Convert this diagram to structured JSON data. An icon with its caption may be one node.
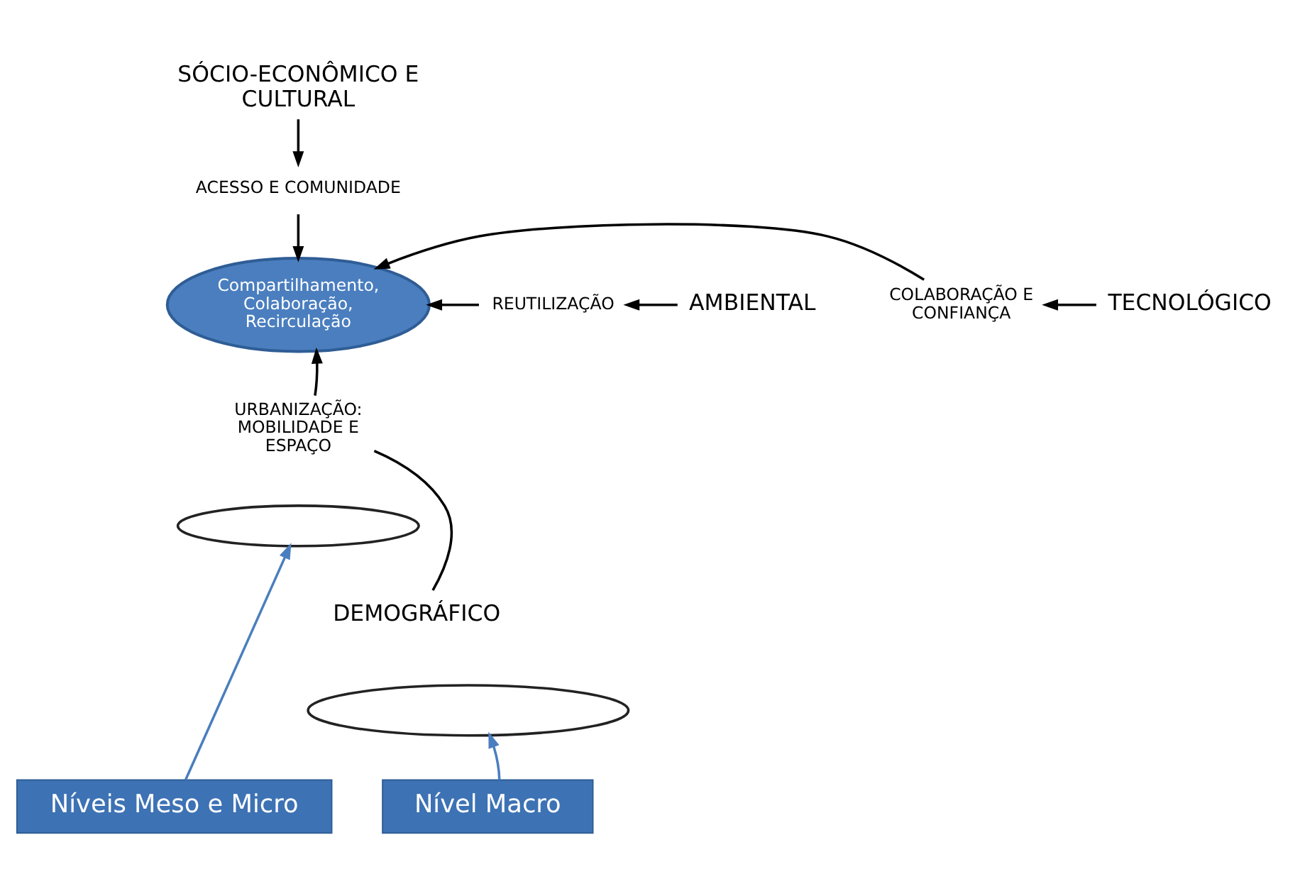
{
  "diagram": {
    "nodes": [
      {
        "text": [
          "SÓCIO-ECONÔMICO E CULTURAL"
        ]
      },
      {
        "text": [
          "ACESSO E COMUNIDADE"
        ]
      },
      {
        "text": [
          "AMBIENTAL"
        ]
      },
      {
        "text": [
          "REUTILIZAÇÃO"
        ]
      },
      {
        "text": [
          "Compartilhamento, Colaboração, Recirculação"
        ]
      },
      {
        "text": [
          "COLABORAÇÃO E CONFIANÇA"
        ]
      },
      {
        "text": [
          "TECNOLÓGICO"
        ]
      },
      {
        "text": [
          "URBANIZAÇÃO: MOBILIDADE E ESPAÇO"
        ]
      },
      {
        "text": [
          "DEMOGRÁFICO"
        ]
      },
      {
        "text": [
          "Níveis Meso e Micro"
        ]
      },
      {
        "text": [
          "Nível Macro"
        ]
      },
      {
        "text": [],
        "shape": "ellipse"
      },
      {
        "text": [],
        "shape": "ellipse"
      }
    ],
    "edges": [
      {
        "from": 0,
        "to": 1,
        "arrow": "to"
      },
      {
        "from": 1,
        "to": 4,
        "arrow": "to"
      },
      {
        "from": 2,
        "to": 3,
        "arrow": "to"
      },
      {
        "from": 3,
        "to": 4,
        "arrow": "to"
      },
      {
        "from": 6,
        "to": 5,
        "arrow": "to"
      },
      {
        "from": 5,
        "to": 4,
        "arrow": "to"
      },
      {
        "from": 7,
        "to": 4,
        "arrow": "to"
      },
      {
        "from": 8,
        "to": 7,
        "arrow": "none"
      },
      {
        "from": 9,
        "to": 12,
        "arrow": "to",
        "color": "#4a7ebf"
      },
      {
        "from": 10,
        "to": 11,
        "arrow": "to",
        "color": "#4a7ebf"
      }
    ]
  }
}
